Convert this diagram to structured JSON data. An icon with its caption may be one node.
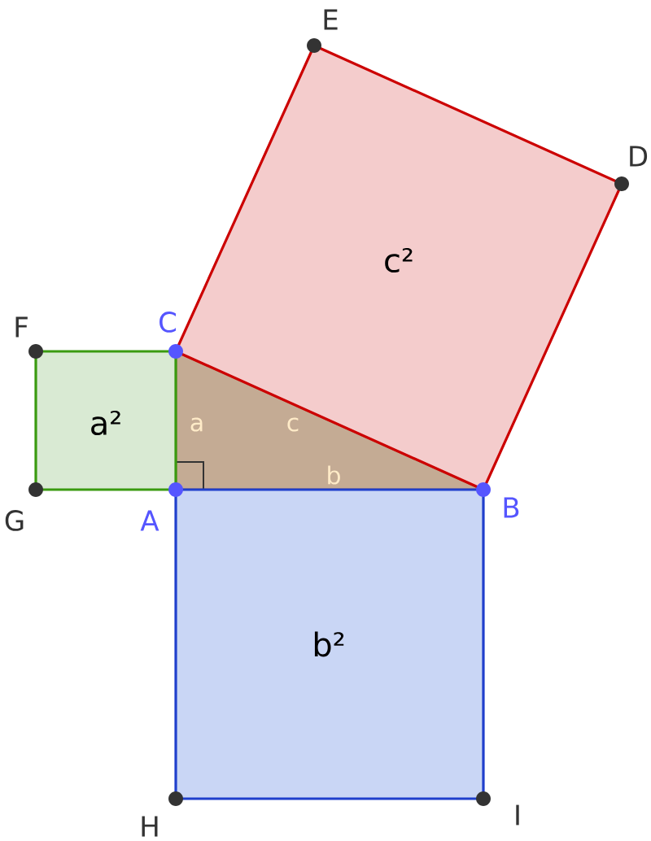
{
  "diagram": {
    "nodes": [
      {
        "text": [
          "c²"
        ]
      },
      {
        "text": [
          "a²"
        ]
      },
      {
        "text": [
          "b²"
        ]
      },
      {
        "text": [
          "a",
          "c",
          "b"
        ]
      }
    ],
    "labels": [
      "E",
      "D",
      "F",
      "C",
      "G",
      "A",
      "B",
      "H",
      "I"
    ]
  }
}
